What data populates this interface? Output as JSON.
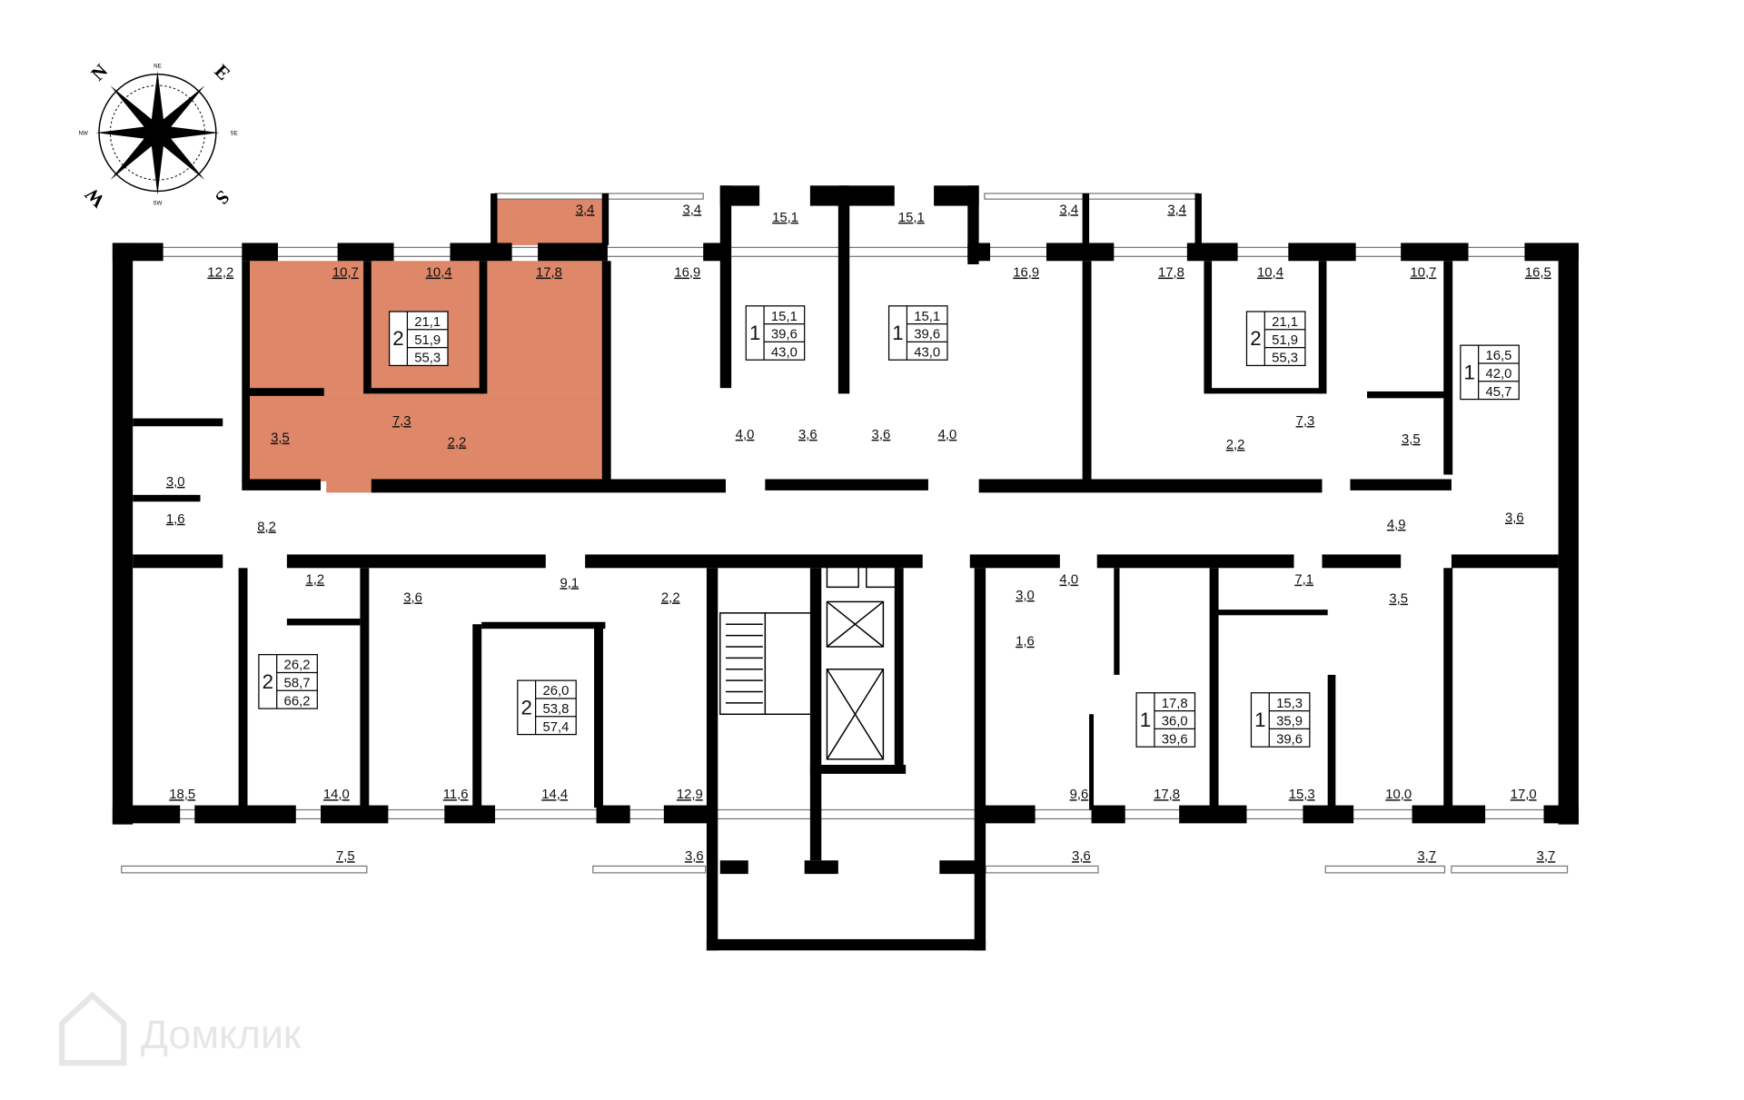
{
  "plan": {
    "highlight_color": "#DE8769",
    "wall_color": "#000000",
    "highlighted_apartment": {
      "rooms": "2",
      "living_area": "21,1",
      "area": "51,9",
      "total_area": "55,3"
    }
  },
  "compass": {
    "n": "N",
    "e": "E",
    "s": "S",
    "w": "W",
    "ne": "NE",
    "nw": "NW",
    "se": "SE",
    "sw": "SW"
  },
  "watermark": {
    "text": "Домклик",
    "icon": "house-logo-icon"
  },
  "rooms": [
    "3,4",
    "3,4",
    "15,1",
    "15,1",
    "3,4",
    "3,4",
    "12,2",
    "10,7",
    "10,4",
    "17,8",
    "16,9",
    "16,9",
    "17,8",
    "10,4",
    "10,7",
    "16,5",
    "7,3",
    "3,5",
    "2,2",
    "3,0",
    "1,6",
    "8,2",
    "4,0",
    "3,6",
    "3,6",
    "4,0",
    "2,2",
    "7,3",
    "3,5",
    "3,6",
    "4,9",
    "1,2",
    "3,6",
    "9,1",
    "2,2",
    "3,0",
    "4,0",
    "1,6",
    "7,1",
    "3,5",
    "18,5",
    "14,0",
    "11,6",
    "14,4",
    "12,9",
    "9,6",
    "17,8",
    "15,3",
    "10,0",
    "17,0",
    "7,5",
    "3,6",
    "3,6",
    "3,7",
    "3,7"
  ],
  "apartments": [
    {
      "rooms": "2",
      "living": "21,1",
      "area": "51,9",
      "total": "55,3"
    },
    {
      "rooms": "1",
      "living": "15,1",
      "area": "39,6",
      "total": "43,0"
    },
    {
      "rooms": "1",
      "living": "15,1",
      "area": "39,6",
      "total": "43,0"
    },
    {
      "rooms": "2",
      "living": "21,1",
      "area": "51,9",
      "total": "55,3"
    },
    {
      "rooms": "1",
      "living": "16,5",
      "area": "42,0",
      "total": "45,7"
    },
    {
      "rooms": "2",
      "living": "26,2",
      "area": "58,7",
      "total": "66,2"
    },
    {
      "rooms": "2",
      "living": "26,0",
      "area": "53,8",
      "total": "57,4"
    },
    {
      "rooms": "1",
      "living": "17,8",
      "area": "36,0",
      "total": "39,6"
    },
    {
      "rooms": "1",
      "living": "15,3",
      "area": "35,9",
      "total": "39,6"
    }
  ]
}
